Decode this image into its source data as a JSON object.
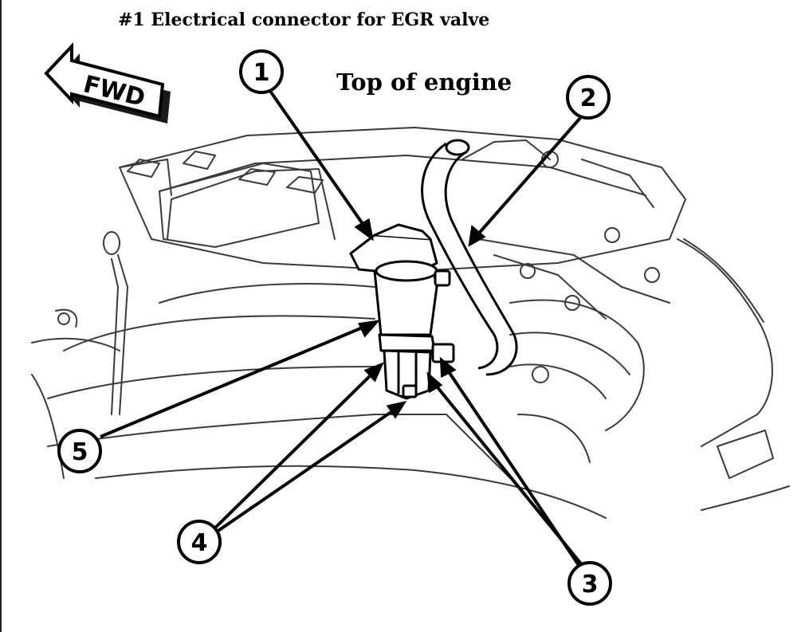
{
  "title": "#1 Electrical connector for EGR valve",
  "subtitle": "Top of engine",
  "direction_arrow": {
    "label": "FWD",
    "icon": "forward-arrow-icon"
  },
  "callouts": [
    {
      "id": "1",
      "label": "1"
    },
    {
      "id": "2",
      "label": "2"
    },
    {
      "id": "3",
      "label": "3"
    },
    {
      "id": "4",
      "label": "4"
    },
    {
      "id": "5",
      "label": "5"
    }
  ],
  "colors": {
    "ink": "#000000",
    "line_art": "#3a3a3a",
    "background": "#ffffff"
  }
}
